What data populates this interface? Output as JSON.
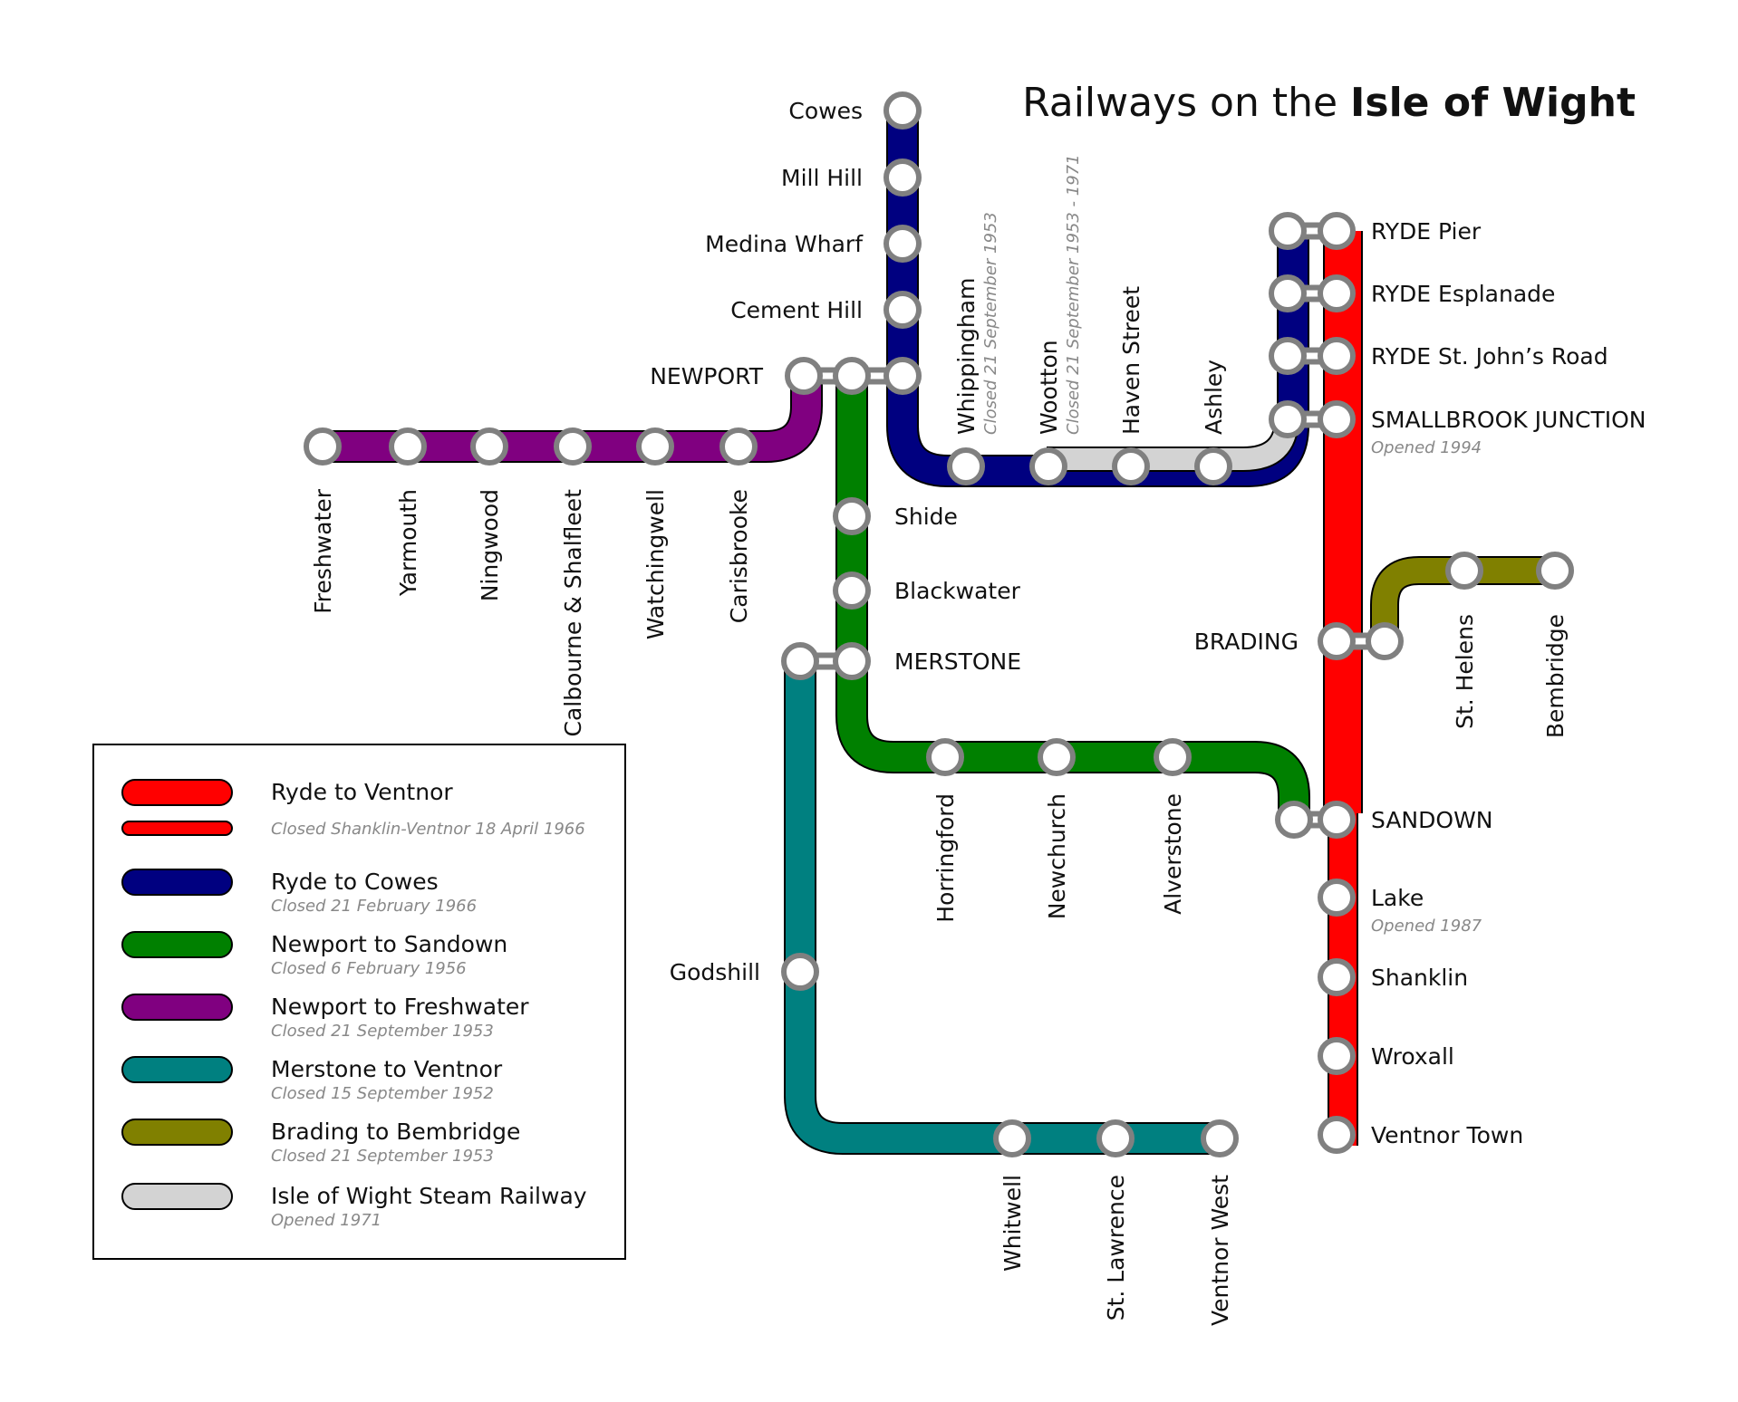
{
  "title": {
    "regular": "Railways on the ",
    "bold": "Isle of Wight"
  },
  "colors": {
    "red": "#ff0000",
    "navy": "#000080",
    "green": "#008000",
    "purple": "#800080",
    "teal": "#008080",
    "olive": "#808000",
    "grey": "#d3d3d3"
  },
  "stations": {
    "cowes": "Cowes",
    "mill_hill": "Mill Hill",
    "medina_wharf": "Medina Wharf",
    "cement_hill": "Cement Hill",
    "newport": "NEWPORT",
    "freshwater": "Freshwater",
    "yarmouth": "Yarmouth",
    "ningwood": "Ningwood",
    "calbourne": "Calbourne & Shalfleet",
    "watchingwell": "Watchingwell",
    "carisbrooke": "Carisbrooke",
    "whippingham": "Whippingham",
    "whippingham_note": "Closed 21 September 1953",
    "wootton": "Wootton",
    "wootton_note": "Closed 21 September 1953 - 1971",
    "haven_street": "Haven Street",
    "ashley": "Ashley",
    "ryde_pier": "RYDE Pier",
    "ryde_esplanade": "RYDE Esplanade",
    "ryde_st_johns": "RYDE St. John’s Road",
    "smallbrook": "SMALLBROOK JUNCTION",
    "smallbrook_note": "Opened 1994",
    "shide": "Shide",
    "blackwater": "Blackwater",
    "merstone": "MERSTONE",
    "brading": "BRADING",
    "st_helens": "St. Helens",
    "bembridge": "Bembridge",
    "horringford": "Horringford",
    "newchurch": "Newchurch",
    "alverstone": "Alverstone",
    "sandown": "SANDOWN",
    "lake": "Lake",
    "lake_note": "Opened 1987",
    "shanklin": "Shanklin",
    "wroxall": "Wroxall",
    "ventnor_town": "Ventnor Town",
    "godshill": "Godshill",
    "whitwell": "Whitwell",
    "st_lawrence": "St. Lawrence",
    "ventnor_west": "Ventnor West"
  },
  "legend": [
    {
      "name": "Ryde to Ventnor",
      "note": "",
      "color": "#ff0000"
    },
    {
      "name": "",
      "note": "Closed Shanklin-Ventnor 18 April 1966",
      "color": "#ff0000"
    },
    {
      "name": "Ryde to Cowes",
      "note": "Closed 21 February 1966",
      "color": "#000080"
    },
    {
      "name": "Newport to Sandown",
      "note": "Closed 6 February 1956",
      "color": "#008000"
    },
    {
      "name": "Newport to Freshwater",
      "note": "Closed 21 September 1953",
      "color": "#800080"
    },
    {
      "name": "Merstone to Ventnor",
      "note": "Closed 15 September 1952",
      "color": "#008080"
    },
    {
      "name": "Brading to Bembridge",
      "note": "Closed 21 September 1953",
      "color": "#808000"
    },
    {
      "name": "Isle of Wight Steam Railway",
      "note": "Opened 1971",
      "color": "#d3d3d3"
    }
  ]
}
